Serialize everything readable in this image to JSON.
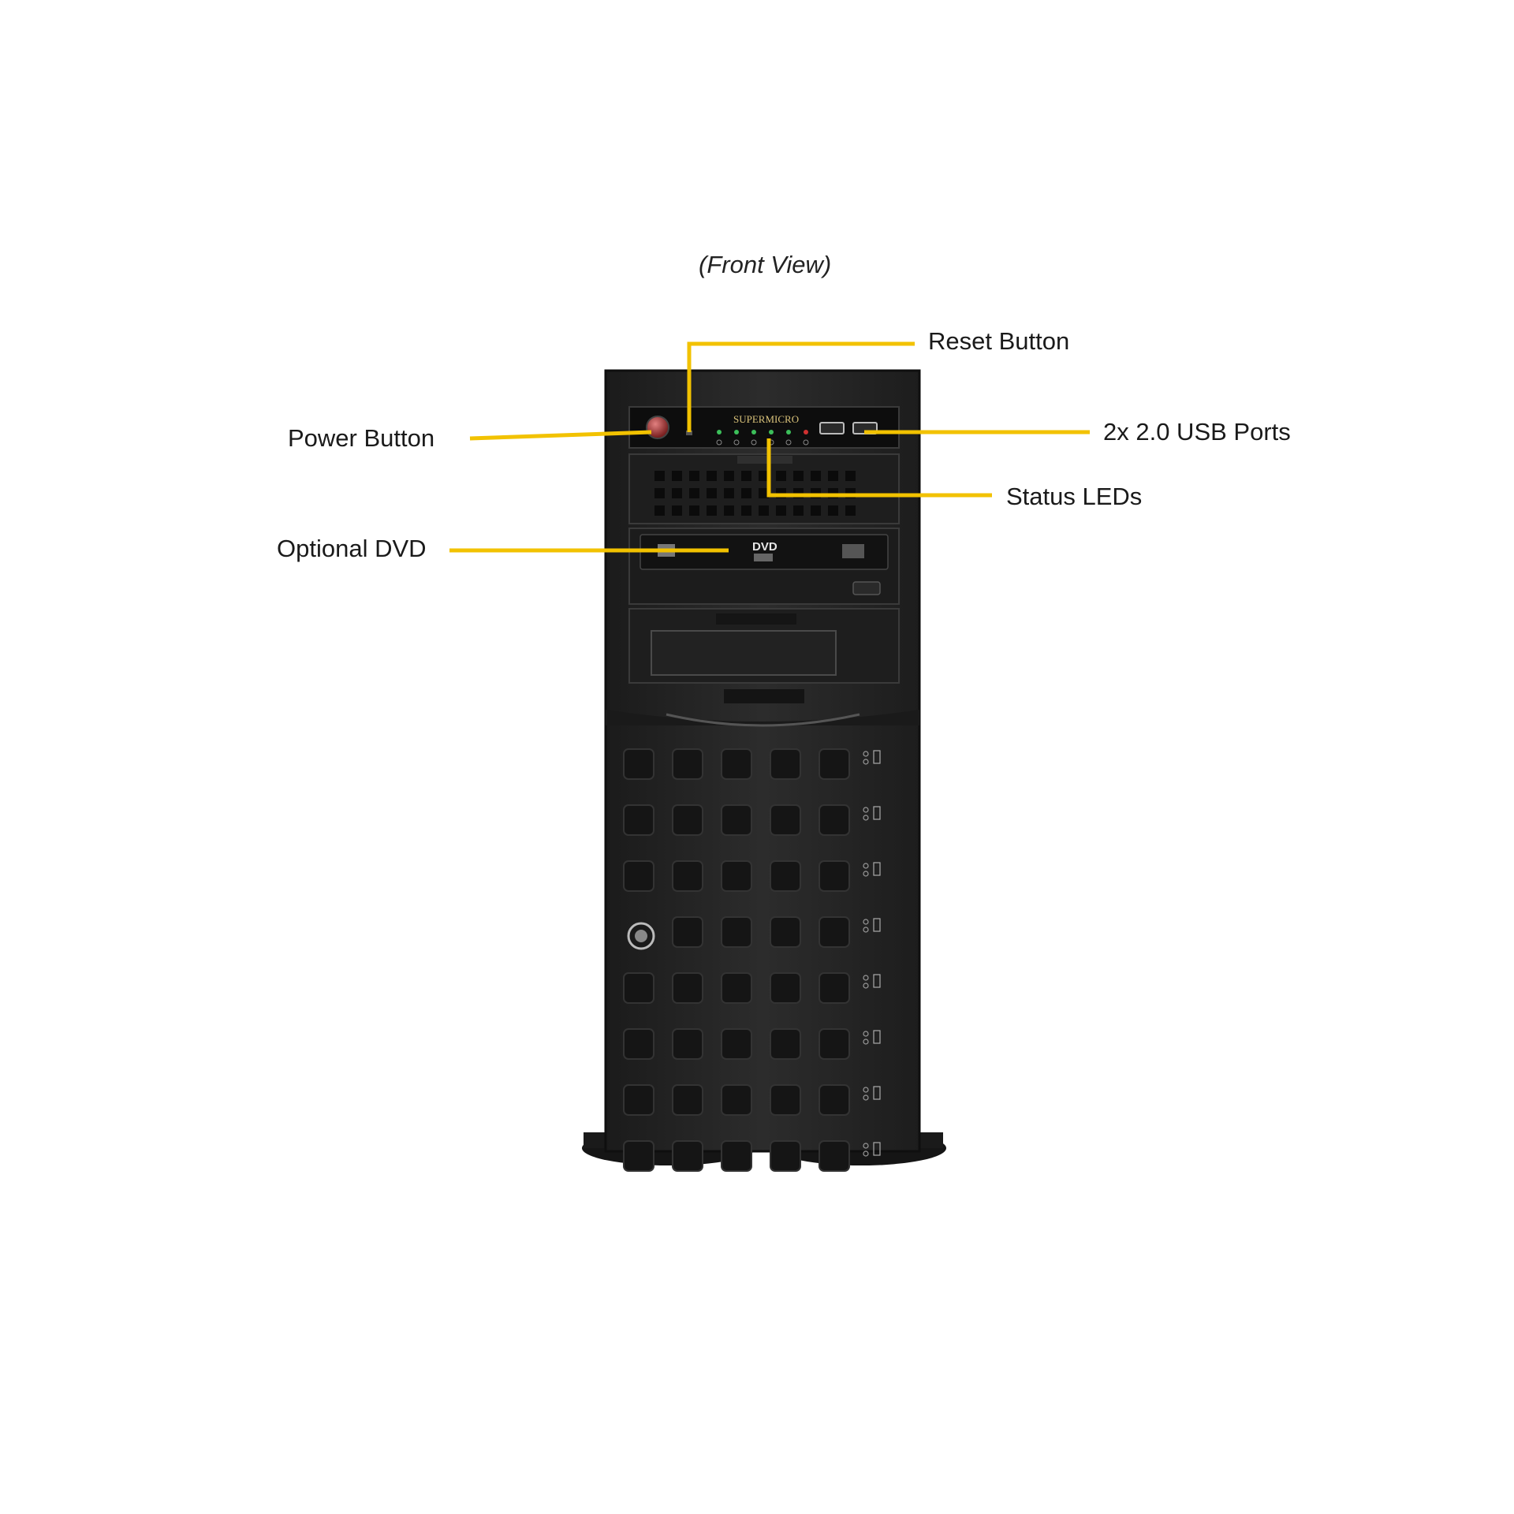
{
  "title": "(Front View)",
  "callouts": [
    {
      "id": "reset",
      "label": "Reset Button"
    },
    {
      "id": "power",
      "label": "Power Button"
    },
    {
      "id": "usb",
      "label": "2x 2.0 USB Ports"
    },
    {
      "id": "status",
      "label": "Status LEDs"
    },
    {
      "id": "dvd",
      "label": "Optional DVD"
    }
  ],
  "panel": {
    "brand": "SUPERMICRO",
    "dvd_logo": "DVD",
    "drive_bays": 8,
    "grid_columns": 5
  },
  "colors": {
    "callout_line": "#f2c200",
    "chassis": "#252525",
    "chassis_edge": "#141414",
    "panel": "#111111",
    "led_green": "#3cbf5a",
    "led_red": "#d03030"
  }
}
